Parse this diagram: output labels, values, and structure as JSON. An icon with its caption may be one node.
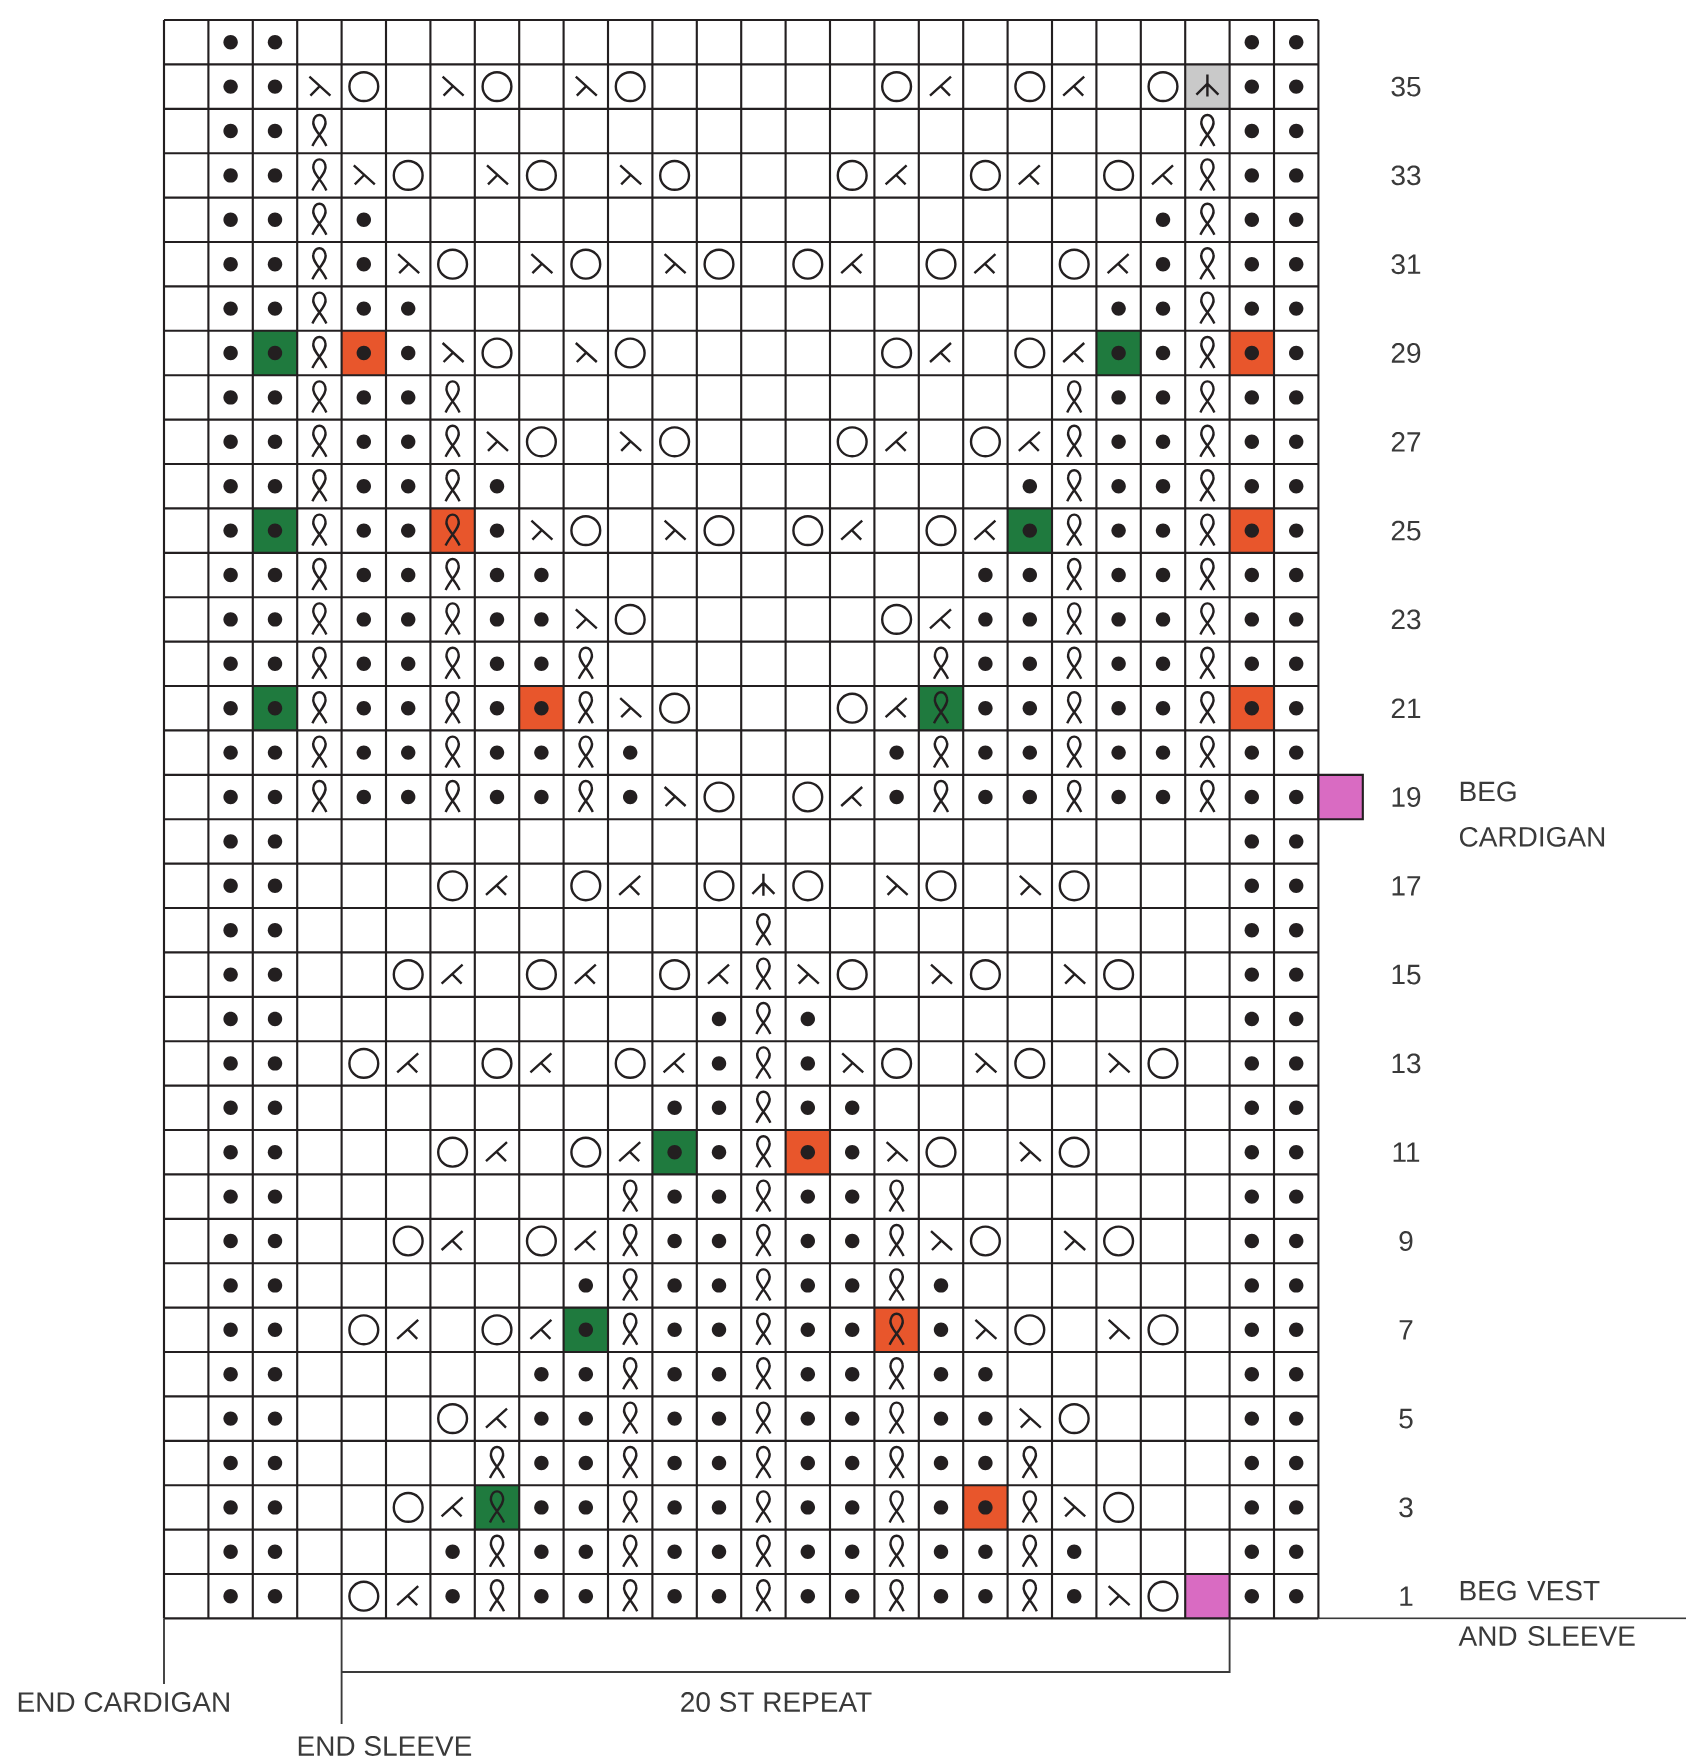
{
  "diagram": {
    "labels": [
      "35",
      "33",
      "31",
      "29",
      "27",
      "25",
      "23",
      "21",
      "19",
      "BEG CARDIGAN",
      "17",
      "15",
      "13",
      "11",
      "9",
      "7",
      "5",
      "3",
      "1",
      "BEG VEST AND SLEEVE",
      "END CARDIGAN",
      "20 ST REPEAT",
      "END SLEEVE"
    ]
  }
}
